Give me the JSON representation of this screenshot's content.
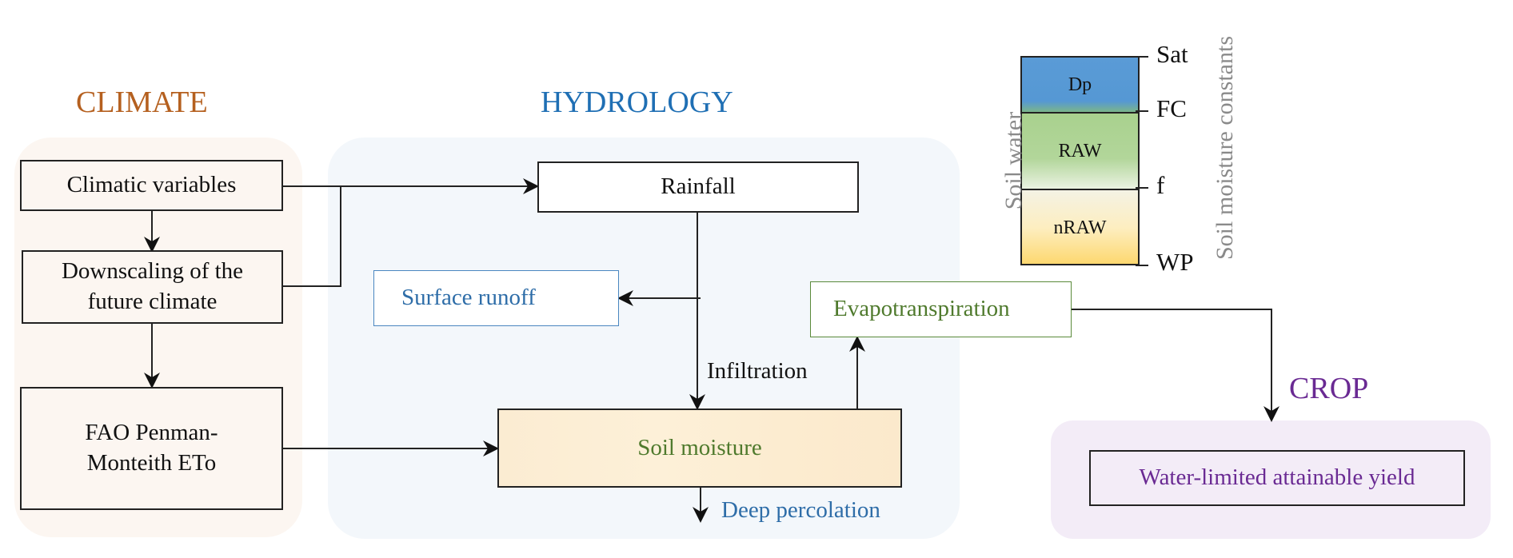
{
  "colors": {
    "climate": "#b5601f",
    "hydrology": "#1f6fb4",
    "crop": "#6a2a93",
    "green_text": "#4f7a2d",
    "blue_text": "#2e6da8",
    "grey_text": "#8a8a8a",
    "climate_panel": "#fcf6f1",
    "hydrology_panel": "#f3f7fb",
    "crop_panel": "#f3ecf7"
  },
  "sections": {
    "climate": "CLIMATE",
    "hydrology": "HYDROLOGY",
    "crop": "CROP"
  },
  "climate": {
    "climatic_variables": "Climatic variables",
    "downscaling_line1": "Downscaling of the",
    "downscaling_line2": "future climate",
    "fao_line1": "FAO Penman-",
    "fao_line2": "Monteith ETo"
  },
  "hydrology": {
    "rainfall": "Rainfall",
    "surface_runoff": "Surface runoff",
    "infiltration": "Infiltration",
    "soil_moisture": "Soil moisture",
    "deep_percolation": "Deep percolation",
    "evapotranspiration": "Evapotranspiration"
  },
  "soil_column": {
    "left_axis_label": "Soil water",
    "right_axis_label": "Soil moisture constants",
    "layers": [
      "Dp",
      "RAW",
      "nRAW"
    ],
    "levels": [
      "Sat",
      "FC",
      "f",
      "WP"
    ]
  },
  "crop": {
    "yield": "Water-limited attainable yield"
  }
}
